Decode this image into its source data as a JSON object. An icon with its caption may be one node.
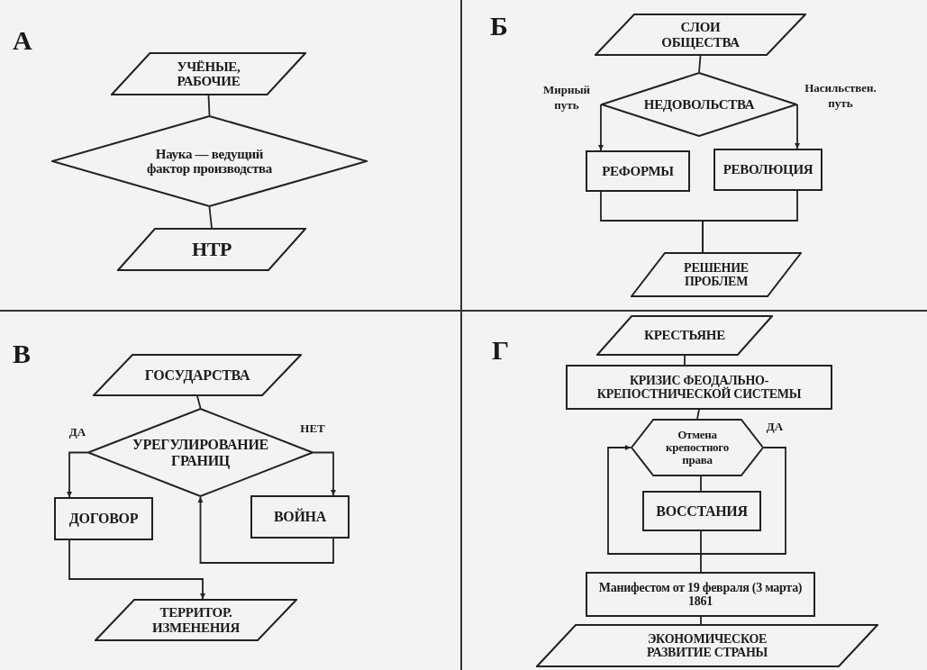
{
  "diagram": {
    "nodes": [
      {
        "text": [
          "УЧЁНЫЕ, РАБОЧИЕ"
        ]
      },
      {
        "text": [
          "Наука — ведущий фактор производства"
        ]
      },
      {
        "text": [
          "НТР"
        ]
      },
      {
        "text": [
          "СЛОИ ОБЩЕСТВА"
        ]
      },
      {
        "text": [
          "НЕДОВОЛЬСТВА"
        ]
      },
      {
        "text": [
          "РЕФОРМЫ"
        ]
      },
      {
        "text": [
          "РЕВОЛЮЦИЯ"
        ]
      },
      {
        "text": [
          "РЕШЕНИЕ ПРОБЛЕМ"
        ]
      },
      {
        "text": [
          "ГОСУДАРСТВА"
        ]
      },
      {
        "text": [
          "УРЕГУЛИРОВАНИЕ ГРАНИЦ"
        ]
      },
      {
        "text": [
          "ДОГОВОР"
        ]
      },
      {
        "text": [
          "ВОЙНА"
        ]
      },
      {
        "text": [
          "ТЕРРИТОР. ИЗМЕНЕНИЯ"
        ]
      },
      {
        "text": [
          "КРЕСТЬЯНЕ"
        ]
      },
      {
        "text": [
          "КРИЗИС ФЕОДАЛЬНО-КРЕПОСТНИЧЕСКОЙ СИСТЕМЫ"
        ]
      },
      {
        "text": [
          "Отмена крепостного права"
        ]
      },
      {
        "text": [
          "ВОССТАНИЯ"
        ]
      },
      {
        "text": [
          "Манифестом от 19 февраля (3 марта) 1861"
        ]
      },
      {
        "text": [
          "ЭКОНОМИЧЕСКОЕ РАЗВИТИЕ СТРАНЫ"
        ]
      }
    ],
    "edges": [
      {
        "from": 0,
        "to": 1,
        "arrow": "none"
      },
      {
        "from": 1,
        "to": 2,
        "arrow": "none"
      },
      {
        "from": 3,
        "to": 4,
        "arrow": "none"
      },
      {
        "from": 4,
        "to": 5,
        "arrow": "to",
        "label": "Мирный путь"
      },
      {
        "from": 4,
        "to": 6,
        "arrow": "to",
        "label": "Насильствен. путь"
      },
      {
        "from": 5,
        "to": 7,
        "arrow": "none"
      },
      {
        "from": 6,
        "to": 7,
        "arrow": "none"
      },
      {
        "from": 8,
        "to": 9,
        "arrow": "none"
      },
      {
        "from": 9,
        "to": 10,
        "arrow": "to",
        "label": "ДА"
      },
      {
        "from": 9,
        "to": 11,
        "arrow": "to",
        "label": "НЕТ"
      },
      {
        "from": 11,
        "to": 9,
        "arrow": "to"
      },
      {
        "from": 10,
        "to": 12,
        "arrow": "to"
      },
      {
        "from": 13,
        "to": 14,
        "arrow": "none"
      },
      {
        "from": 14,
        "to": 15,
        "arrow": "none"
      },
      {
        "from": 15,
        "to": 16,
        "arrow": "none"
      },
      {
        "from": 16,
        "to": 15,
        "arrow": "to"
      },
      {
        "from": 15,
        "to": 17,
        "arrow": "none",
        "label": "ДА"
      },
      {
        "from": 17,
        "to": 18,
        "arrow": "none"
      }
    ],
    "labels": [
      "А",
      "Б",
      "В",
      "Г"
    ]
  }
}
